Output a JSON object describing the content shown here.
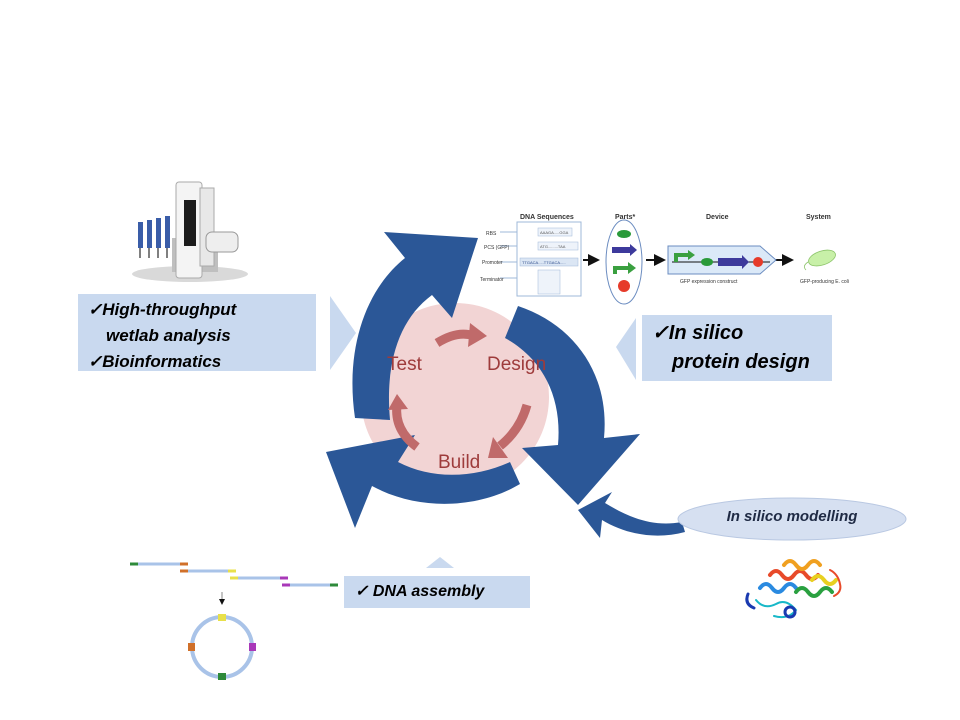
{
  "cycle": {
    "test": "Test",
    "design": "Design",
    "build": "Build"
  },
  "callouts": {
    "left_line1": "High-throughput",
    "left_line2": "wetlab analysis",
    "left_line3": "Bioinformatics",
    "right_line1": "In silico",
    "right_line2": "protein design",
    "bottom": "DNA assembly",
    "check": "✓"
  },
  "modelling": "In silico modelling",
  "hierarchy": {
    "headers": [
      "DNA Sequences",
      "Parts*",
      "Device",
      "System"
    ],
    "rows": [
      "RBS",
      "PCS (GFP)",
      "Promoter",
      "Terminator"
    ],
    "seq_rbs": "AAAGA.....GGA",
    "seq_pcs": "ATG.........TAA",
    "seq_promoter": "TTGACA.....TTGACA.....",
    "device_caption": "GFP expression construct",
    "system_caption": "GFP-producing E. coli"
  },
  "colors": {
    "cycle_arrow": "#2b5797",
    "inner_circle": "#f2d4d4",
    "inner_arrow": "#c06a6a",
    "label_text": "#9e3b3b",
    "callout_bg": "#c9d9ef"
  },
  "icons": [
    "liquid-handler-robot-icon",
    "dna-fragments-icon",
    "plasmid-circle-icon",
    "protein-structure-icon"
  ]
}
